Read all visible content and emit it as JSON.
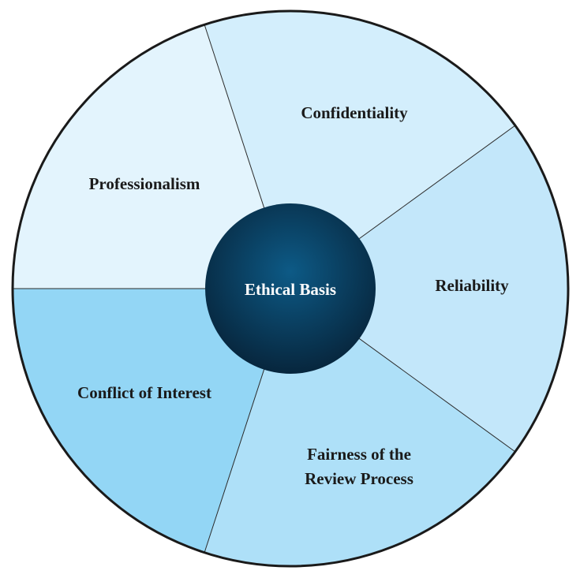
{
  "diagram": {
    "center": {
      "label": "Ethical Basis",
      "color_light": "#0d5a86",
      "color_dark": "#07263d"
    },
    "outline_color": "#1a1a1a",
    "divider_color": "#2b2b2b",
    "segments": [
      {
        "id": "professionalism",
        "lines": [
          "Professionalism"
        ],
        "color": "#e3f4fd"
      },
      {
        "id": "confidentiality",
        "lines": [
          "Confidentiality"
        ],
        "color": "#d3eefc"
      },
      {
        "id": "reliability",
        "lines": [
          "Reliability"
        ],
        "color": "#c3e7fa"
      },
      {
        "id": "fairness",
        "lines": [
          "Fairness of the",
          "Review Process"
        ],
        "color": "#aee0f8"
      },
      {
        "id": "conflict",
        "lines": [
          "Conflict of Interest"
        ],
        "color": "#93d6f5"
      }
    ]
  }
}
